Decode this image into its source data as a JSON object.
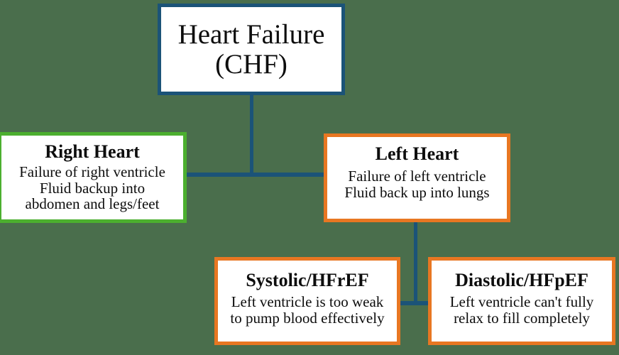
{
  "diagram": {
    "title": "Heart Failure (CHF)",
    "background_color": "#4a6e4c",
    "connector_color": "#1b5378",
    "nodes": {
      "chf": {
        "title": "Heart Failure\n(CHF)",
        "border_color": "#1b5378"
      },
      "right_heart": {
        "title": "Right Heart",
        "description": "Failure of right ventricle\nFluid backup into\nabdomen and legs/feet",
        "border_color": "#4caf2f"
      },
      "left_heart": {
        "title": "Left Heart",
        "description": "Failure of left ventricle\nFluid back up into lungs",
        "border_color": "#e87722"
      },
      "systolic": {
        "title": "Systolic/HFrEF",
        "description": "Left ventricle is too weak\nto pump blood effectively",
        "border_color": "#e87722"
      },
      "diastolic": {
        "title": "Diastolic/HFpEF",
        "description": "Left ventricle can't fully\nrelax to fill completely",
        "border_color": "#e87722"
      }
    }
  }
}
